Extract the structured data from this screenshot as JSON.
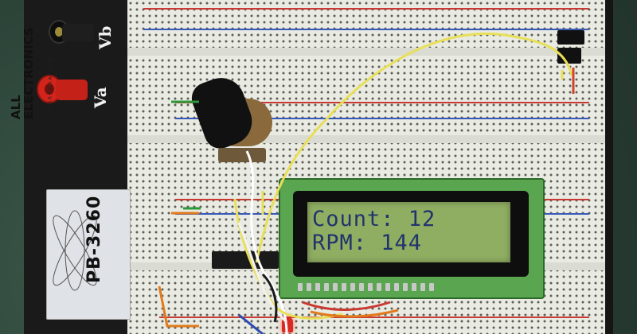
{
  "lcd": {
    "line1": "Count: 12",
    "line2": "RPM: 144",
    "text_color": "#21346c",
    "backlight_color": "#8fae62"
  },
  "panel": {
    "post_b_label": "Vb",
    "post_a_label": "Va",
    "brand_line1": "ALL",
    "brand_line2": "ELECTRONICS",
    "brand_corp": "CORPORATION",
    "model": "PB-3260"
  },
  "colors": {
    "red_post": "#d3241b",
    "black_post": "#1a1a1a",
    "breadboard": "#e9ebe3",
    "yellow_wire": "#e8df58",
    "led": "#d82a22"
  }
}
